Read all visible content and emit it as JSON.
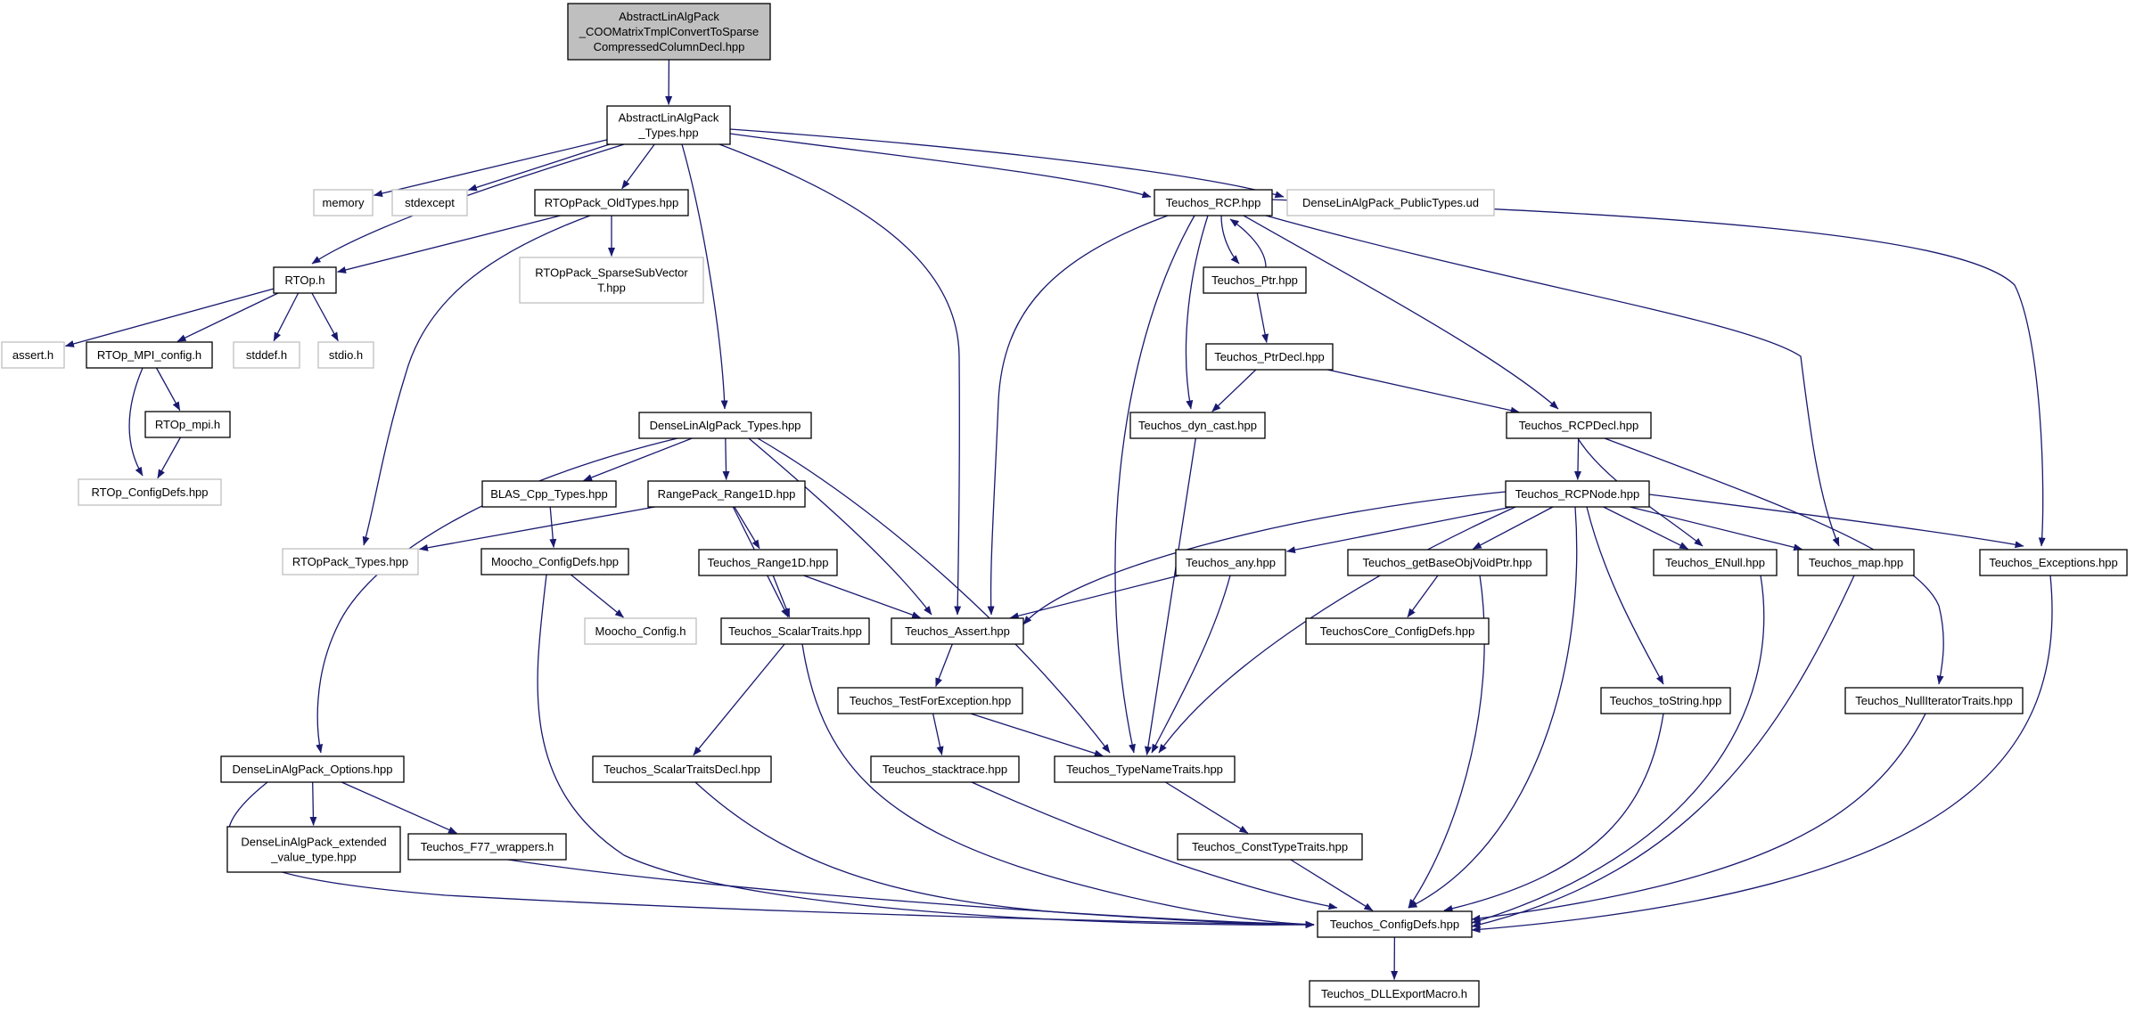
{
  "graph": {
    "title": "",
    "colors": {
      "edge": "#191970",
      "root_fill": "#bfbfbf",
      "node_border": "#000000",
      "external_border": "#bfbfbf",
      "node_fill": "#ffffff"
    },
    "nodes": [
      {
        "id": "root",
        "lines": [
          "AbstractLinAlgPack",
          "_COOMatrixTmplConvertToSparse",
          "CompressedColumnDecl.hpp"
        ],
        "kind": "root"
      },
      {
        "id": "ala_types",
        "lines": [
          "AbstractLinAlgPack",
          "_Types.hpp"
        ],
        "kind": "file"
      },
      {
        "id": "memory",
        "lines": [
          "memory"
        ],
        "kind": "external"
      },
      {
        "id": "stdexcept",
        "lines": [
          "stdexcept"
        ],
        "kind": "external"
      },
      {
        "id": "rtop_oldtypes",
        "lines": [
          "RTOpPack_OldTypes.hpp"
        ],
        "kind": "file"
      },
      {
        "id": "rtop_h",
        "lines": [
          "RTOp.h"
        ],
        "kind": "file"
      },
      {
        "id": "assert_h",
        "lines": [
          "assert.h"
        ],
        "kind": "external"
      },
      {
        "id": "rtop_mpi_config",
        "lines": [
          "RTOp_MPI_config.h"
        ],
        "kind": "file"
      },
      {
        "id": "stddef",
        "lines": [
          "stddef.h"
        ],
        "kind": "external"
      },
      {
        "id": "stdio",
        "lines": [
          "stdio.h"
        ],
        "kind": "external"
      },
      {
        "id": "rtop_mpi",
        "lines": [
          "RTOp_mpi.h"
        ],
        "kind": "file"
      },
      {
        "id": "rtop_configdefs",
        "lines": [
          "RTOp_ConfigDefs.hpp"
        ],
        "kind": "external"
      },
      {
        "id": "rtoppack_sparse",
        "lines": [
          "RTOpPack_SparseSubVector",
          "T.hpp"
        ],
        "kind": "external"
      },
      {
        "id": "rtoppack_types",
        "lines": [
          "RTOpPack_Types.hpp"
        ],
        "kind": "external"
      },
      {
        "id": "dla_types",
        "lines": [
          "DenseLinAlgPack_Types.hpp"
        ],
        "kind": "file"
      },
      {
        "id": "blas_types",
        "lines": [
          "BLAS_Cpp_Types.hpp"
        ],
        "kind": "file"
      },
      {
        "id": "rangepack",
        "lines": [
          "RangePack_Range1D.hpp"
        ],
        "kind": "file"
      },
      {
        "id": "moocho_configdefs",
        "lines": [
          "Moocho_ConfigDefs.hpp"
        ],
        "kind": "file"
      },
      {
        "id": "moocho_config",
        "lines": [
          "Moocho_Config.h"
        ],
        "kind": "external"
      },
      {
        "id": "teuchos_range1d",
        "lines": [
          "Teuchos_Range1D.hpp"
        ],
        "kind": "file"
      },
      {
        "id": "teuchos_scalartraits",
        "lines": [
          "Teuchos_ScalarTraits.hpp"
        ],
        "kind": "file"
      },
      {
        "id": "teuchos_assert",
        "lines": [
          "Teuchos_Assert.hpp"
        ],
        "kind": "file"
      },
      {
        "id": "dla_options",
        "lines": [
          "DenseLinAlgPack_Options.hpp"
        ],
        "kind": "file"
      },
      {
        "id": "dla_extended",
        "lines": [
          "DenseLinAlgPack_extended",
          "_value_type.hpp"
        ],
        "kind": "file"
      },
      {
        "id": "f77_wrappers",
        "lines": [
          "Teuchos_F77_wrappers.h"
        ],
        "kind": "file"
      },
      {
        "id": "scalartraitsdecl",
        "lines": [
          "Teuchos_ScalarTraitsDecl.hpp"
        ],
        "kind": "file"
      },
      {
        "id": "testforexception",
        "lines": [
          "Teuchos_TestForException.hpp"
        ],
        "kind": "file"
      },
      {
        "id": "stacktrace",
        "lines": [
          "Teuchos_stacktrace.hpp"
        ],
        "kind": "file"
      },
      {
        "id": "typenametraits",
        "lines": [
          "Teuchos_TypeNameTraits.hpp"
        ],
        "kind": "file"
      },
      {
        "id": "consttypetraits",
        "lines": [
          "Teuchos_ConstTypeTraits.hpp"
        ],
        "kind": "file"
      },
      {
        "id": "configdefs",
        "lines": [
          "Teuchos_ConfigDefs.hpp"
        ],
        "kind": "file"
      },
      {
        "id": "dllexport",
        "lines": [
          "Teuchos_DLLExportMacro.h"
        ],
        "kind": "file"
      },
      {
        "id": "teuchos_rcp",
        "lines": [
          "Teuchos_RCP.hpp"
        ],
        "kind": "file"
      },
      {
        "id": "dla_public",
        "lines": [
          "DenseLinAlgPack_PublicTypes.ud"
        ],
        "kind": "external"
      },
      {
        "id": "teuchos_ptr",
        "lines": [
          "Teuchos_Ptr.hpp"
        ],
        "kind": "file"
      },
      {
        "id": "teuchos_ptrdecl",
        "lines": [
          "Teuchos_PtrDecl.hpp"
        ],
        "kind": "file"
      },
      {
        "id": "dyn_cast",
        "lines": [
          "Teuchos_dyn_cast.hpp"
        ],
        "kind": "file"
      },
      {
        "id": "rcpdecl",
        "lines": [
          "Teuchos_RCPDecl.hpp"
        ],
        "kind": "file"
      },
      {
        "id": "rcpnode",
        "lines": [
          "Teuchos_RCPNode.hpp"
        ],
        "kind": "file"
      },
      {
        "id": "teuchos_any",
        "lines": [
          "Teuchos_any.hpp"
        ],
        "kind": "file"
      },
      {
        "id": "getbaseobj",
        "lines": [
          "Teuchos_getBaseObjVoidPtr.hpp"
        ],
        "kind": "file"
      },
      {
        "id": "teuchoscore_configdefs",
        "lines": [
          "TeuchosCore_ConfigDefs.hpp"
        ],
        "kind": "file"
      },
      {
        "id": "enull",
        "lines": [
          "Teuchos_ENull.hpp"
        ],
        "kind": "file"
      },
      {
        "id": "teuchos_map",
        "lines": [
          "Teuchos_map.hpp"
        ],
        "kind": "file"
      },
      {
        "id": "exceptions",
        "lines": [
          "Teuchos_Exceptions.hpp"
        ],
        "kind": "file"
      },
      {
        "id": "tostring",
        "lines": [
          "Teuchos_toString.hpp"
        ],
        "kind": "file"
      },
      {
        "id": "nulliterator",
        "lines": [
          "Teuchos_NullIteratorTraits.hpp"
        ],
        "kind": "file"
      }
    ],
    "edges": [
      [
        "root",
        "ala_types"
      ],
      [
        "ala_types",
        "memory"
      ],
      [
        "ala_types",
        "stdexcept"
      ],
      [
        "ala_types",
        "rtop_h"
      ],
      [
        "ala_types",
        "rtop_oldtypes"
      ],
      [
        "ala_types",
        "dla_types"
      ],
      [
        "ala_types",
        "teuchos_assert"
      ],
      [
        "ala_types",
        "teuchos_rcp"
      ],
      [
        "ala_types",
        "dla_public"
      ],
      [
        "rtop_oldtypes",
        "rtop_h"
      ],
      [
        "rtop_oldtypes",
        "rtoppack_sparse"
      ],
      [
        "rtop_oldtypes",
        "rtoppack_types"
      ],
      [
        "rtop_h",
        "assert_h"
      ],
      [
        "rtop_h",
        "rtop_mpi_config"
      ],
      [
        "rtop_h",
        "stddef"
      ],
      [
        "rtop_h",
        "stdio"
      ],
      [
        "rtop_mpi_config",
        "rtop_mpi"
      ],
      [
        "rtop_mpi_config",
        "rtop_configdefs"
      ],
      [
        "rtop_mpi",
        "rtop_configdefs"
      ],
      [
        "dla_types",
        "dla_options"
      ],
      [
        "dla_types",
        "blas_types"
      ],
      [
        "dla_types",
        "rangepack"
      ],
      [
        "dla_types",
        "teuchos_assert"
      ],
      [
        "dla_types",
        "typenametraits"
      ],
      [
        "blas_types",
        "moocho_configdefs"
      ],
      [
        "rangepack",
        "rtoppack_types"
      ],
      [
        "rangepack",
        "teuchos_range1d"
      ],
      [
        "rangepack",
        "teuchos_scalartraits"
      ],
      [
        "moocho_configdefs",
        "moocho_config"
      ],
      [
        "moocho_configdefs",
        "configdefs"
      ],
      [
        "teuchos_range1d",
        "teuchos_scalartraits"
      ],
      [
        "teuchos_range1d",
        "teuchos_assert"
      ],
      [
        "teuchos_scalartraits",
        "scalartraitsdecl"
      ],
      [
        "teuchos_scalartraits",
        "configdefs"
      ],
      [
        "teuchos_assert",
        "testforexception"
      ],
      [
        "dla_options",
        "dla_extended"
      ],
      [
        "dla_options",
        "f77_wrappers"
      ],
      [
        "dla_options",
        "configdefs"
      ],
      [
        "f77_wrappers",
        "configdefs"
      ],
      [
        "scalartraitsdecl",
        "configdefs"
      ],
      [
        "testforexception",
        "stacktrace"
      ],
      [
        "testforexception",
        "typenametraits"
      ],
      [
        "stacktrace",
        "configdefs"
      ],
      [
        "typenametraits",
        "consttypetraits"
      ],
      [
        "consttypetraits",
        "configdefs"
      ],
      [
        "configdefs",
        "dllexport"
      ],
      [
        "teuchos_rcp",
        "teuchos_assert"
      ],
      [
        "teuchos_rcp",
        "typenametraits"
      ],
      [
        "teuchos_rcp",
        "teuchos_ptr"
      ],
      [
        "teuchos_rcp",
        "dyn_cast"
      ],
      [
        "teuchos_rcp",
        "rcpdecl"
      ],
      [
        "teuchos_rcp",
        "teuchos_map"
      ],
      [
        "teuchos_rcp",
        "exceptions"
      ],
      [
        "teuchos_ptr",
        "teuchos_rcp"
      ],
      [
        "teuchos_ptr",
        "teuchos_ptrdecl"
      ],
      [
        "teuchos_ptrdecl",
        "dyn_cast"
      ],
      [
        "teuchos_ptrdecl",
        "rcpdecl"
      ],
      [
        "dyn_cast",
        "typenametraits"
      ],
      [
        "rcpdecl",
        "rcpnode"
      ],
      [
        "rcpdecl",
        "enull"
      ],
      [
        "rcpdecl",
        "nulliterator"
      ],
      [
        "rcpnode",
        "teuchos_assert"
      ],
      [
        "rcpnode",
        "typenametraits"
      ],
      [
        "rcpnode",
        "teuchos_any"
      ],
      [
        "rcpnode",
        "getbaseobj"
      ],
      [
        "rcpnode",
        "enull"
      ],
      [
        "rcpnode",
        "teuchos_map"
      ],
      [
        "rcpnode",
        "exceptions"
      ],
      [
        "rcpnode",
        "tostring"
      ],
      [
        "rcpnode",
        "configdefs"
      ],
      [
        "teuchos_any",
        "teuchos_assert"
      ],
      [
        "teuchos_any",
        "typenametraits"
      ],
      [
        "getbaseobj",
        "teuchoscore_configdefs"
      ],
      [
        "getbaseobj",
        "configdefs"
      ],
      [
        "enull",
        "configdefs"
      ],
      [
        "teuchos_map",
        "configdefs"
      ],
      [
        "exceptions",
        "configdefs"
      ],
      [
        "tostring",
        "configdefs"
      ],
      [
        "nulliterator",
        "configdefs"
      ]
    ]
  }
}
